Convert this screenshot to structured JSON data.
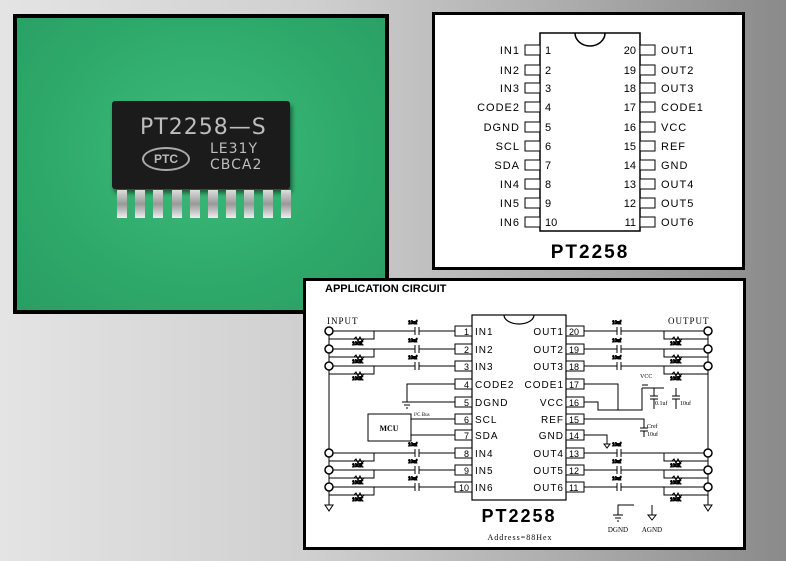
{
  "photo": {
    "chip_marking": "PT2258—S",
    "logo": "PTC",
    "lot_line1": "LE31Y",
    "lot_line2": "CBCA2",
    "background_color": "#2ea96a"
  },
  "pinout": {
    "title": "PT2258",
    "left_pins": [
      {
        "num": "1",
        "name": "IN1"
      },
      {
        "num": "2",
        "name": "IN2"
      },
      {
        "num": "3",
        "name": "IN3"
      },
      {
        "num": "4",
        "name": "CODE2"
      },
      {
        "num": "5",
        "name": "DGND"
      },
      {
        "num": "6",
        "name": "SCL"
      },
      {
        "num": "7",
        "name": "SDA"
      },
      {
        "num": "8",
        "name": "IN4"
      },
      {
        "num": "9",
        "name": "IN5"
      },
      {
        "num": "10",
        "name": "IN6"
      }
    ],
    "right_pins": [
      {
        "num": "20",
        "name": "OUT1"
      },
      {
        "num": "19",
        "name": "OUT2"
      },
      {
        "num": "18",
        "name": "OUT3"
      },
      {
        "num": "17",
        "name": "CODE1"
      },
      {
        "num": "16",
        "name": "VCC"
      },
      {
        "num": "15",
        "name": "REF"
      },
      {
        "num": "14",
        "name": "GND"
      },
      {
        "num": "13",
        "name": "OUT4"
      },
      {
        "num": "12",
        "name": "OUT5"
      },
      {
        "num": "11",
        "name": "OUT6"
      }
    ]
  },
  "app": {
    "title": "APPLICATION CIRCUIT",
    "input_label": "INPUT",
    "output_label": "OUTPUT",
    "chip_title": "PT2258",
    "address": "Address=88Hex",
    "mcu": "MCU",
    "bus": "I²C Bus",
    "cap": "10uf",
    "res": "100K",
    "vcc": "VCC",
    "c_small": "0.1uf",
    "c_big": "10uf",
    "cref": "Cref",
    "cref_val": "10uf",
    "dgnd": "DGND",
    "agnd": "AGND"
  }
}
